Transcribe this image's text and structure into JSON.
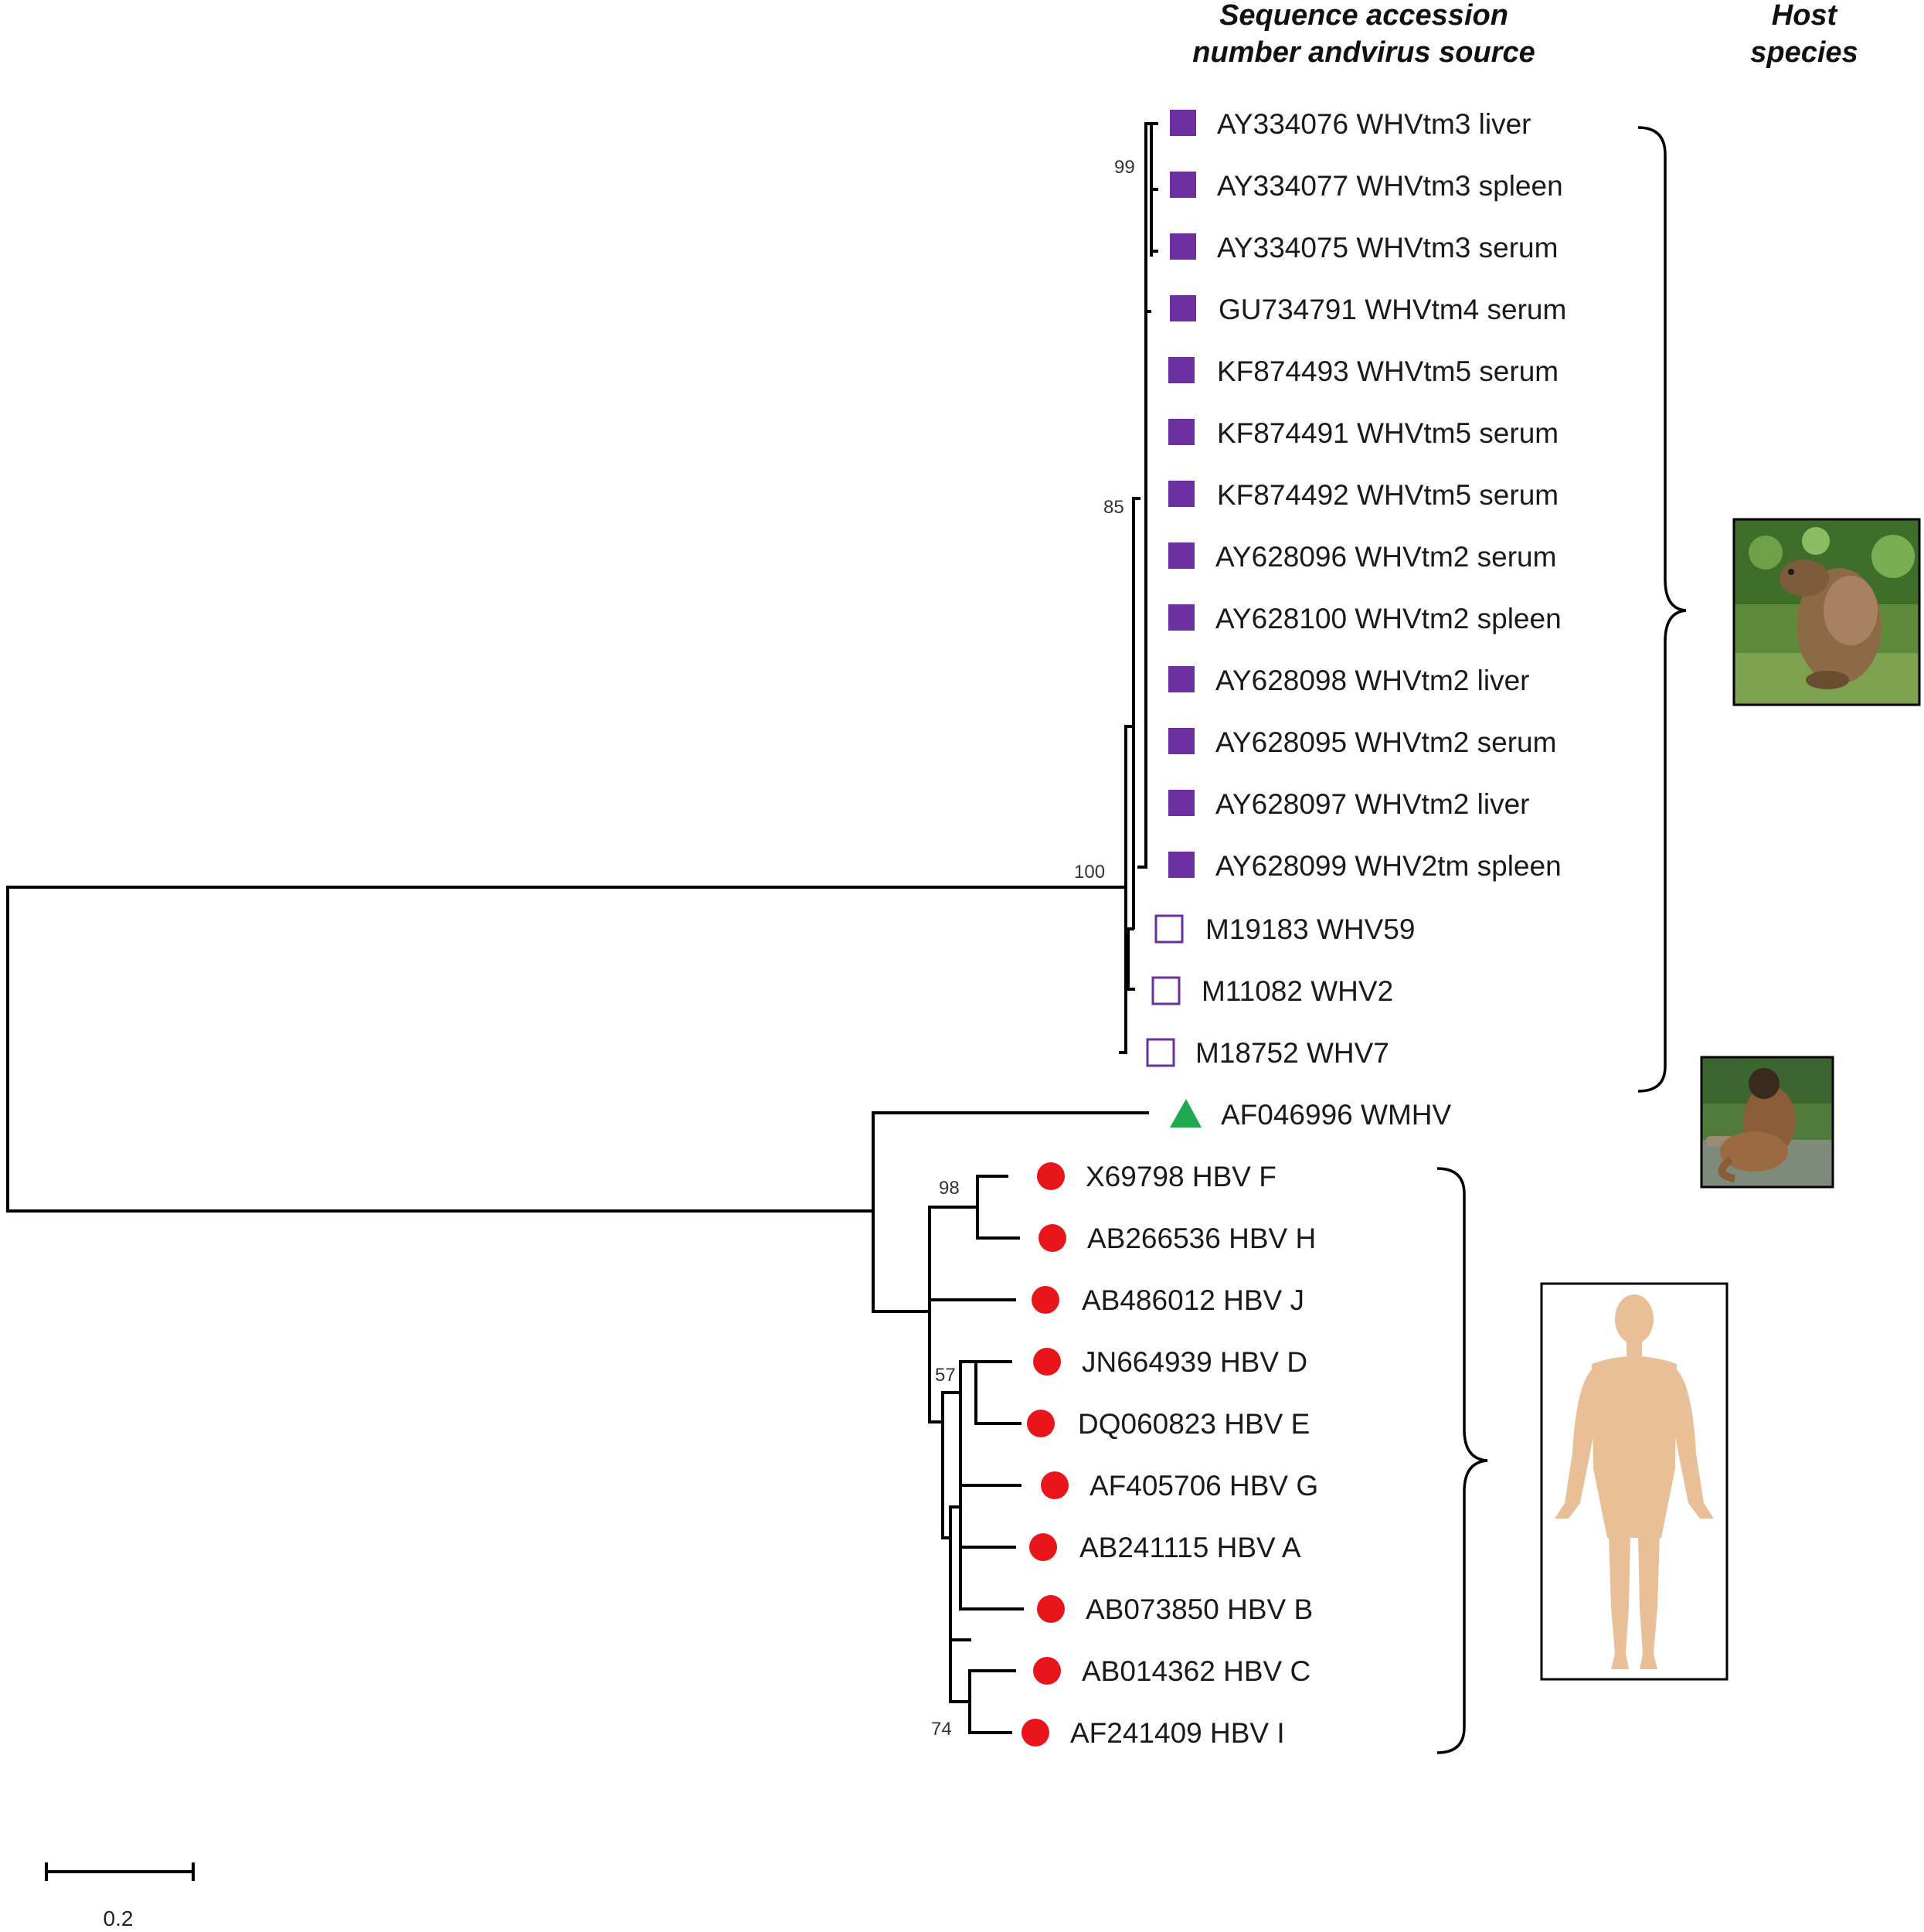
{
  "headers": {
    "sequence_line1": "Sequence accession",
    "sequence_line2": "number andvirus source",
    "host_line1": "Host",
    "host_line2": "species"
  },
  "colors": {
    "woodchuck": "#6b2fa0",
    "woolly_monkey": "#1fa84f",
    "human": "#e8161b",
    "human_figure": "#e8bf96"
  },
  "leaves": [
    {
      "label": "AY334076 WHVtm3 liver",
      "marker": "filled-square-icon",
      "group": "woodchuck"
    },
    {
      "label": "AY334077 WHVtm3 spleen",
      "marker": "filled-square-icon",
      "group": "woodchuck"
    },
    {
      "label": "AY334075 WHVtm3 serum",
      "marker": "filled-square-icon",
      "group": "woodchuck"
    },
    {
      "label": "GU734791 WHVtm4 serum",
      "marker": "filled-square-icon",
      "group": "woodchuck"
    },
    {
      "label": "KF874493 WHVtm5 serum",
      "marker": "filled-square-icon",
      "group": "woodchuck"
    },
    {
      "label": "KF874491 WHVtm5 serum",
      "marker": "filled-square-icon",
      "group": "woodchuck"
    },
    {
      "label": "KF874492 WHVtm5 serum",
      "marker": "filled-square-icon",
      "group": "woodchuck"
    },
    {
      "label": "AY628096 WHVtm2 serum",
      "marker": "filled-square-icon",
      "group": "woodchuck"
    },
    {
      "label": "AY628100 WHVtm2 spleen",
      "marker": "filled-square-icon",
      "group": "woodchuck"
    },
    {
      "label": "AY628098 WHVtm2 liver",
      "marker": "filled-square-icon",
      "group": "woodchuck"
    },
    {
      "label": "AY628095 WHVtm2 serum",
      "marker": "filled-square-icon",
      "group": "woodchuck"
    },
    {
      "label": "AY628097 WHVtm2 liver",
      "marker": "filled-square-icon",
      "group": "woodchuck"
    },
    {
      "label": "AY628099 WHV2tm spleen",
      "marker": "filled-square-icon",
      "group": "woodchuck"
    },
    {
      "label": "M19183 WHV59",
      "marker": "open-square-icon",
      "group": "woodchuck"
    },
    {
      "label": "M11082 WHV2",
      "marker": "open-square-icon",
      "group": "woodchuck"
    },
    {
      "label": "M18752 WHV7",
      "marker": "open-square-icon",
      "group": "woodchuck"
    },
    {
      "label": "AF046996 WMHV",
      "marker": "triangle-icon",
      "group": "woolly_monkey"
    },
    {
      "label": "X69798 HBV F",
      "marker": "circle-icon",
      "group": "human"
    },
    {
      "label": "AB266536 HBV H",
      "marker": "circle-icon",
      "group": "human"
    },
    {
      "label": "AB486012 HBV J",
      "marker": "circle-icon",
      "group": "human"
    },
    {
      "label": "JN664939 HBV D",
      "marker": "circle-icon",
      "group": "human"
    },
    {
      "label": "DQ060823 HBV E",
      "marker": "circle-icon",
      "group": "human"
    },
    {
      "label": "AF405706 HBV G",
      "marker": "circle-icon",
      "group": "human"
    },
    {
      "label": "AB241115 HBV A",
      "marker": "circle-icon",
      "group": "human"
    },
    {
      "label": "AB073850 HBV B",
      "marker": "circle-icon",
      "group": "human"
    },
    {
      "label": "AB014362 HBV C",
      "marker": "circle-icon",
      "group": "human"
    },
    {
      "label": "AF241409 HBV I",
      "marker": "circle-icon",
      "group": "human"
    }
  ],
  "bootstrap": {
    "v99": "99",
    "v85": "85",
    "v100": "100",
    "v98": "98",
    "v57": "57",
    "v74": "74"
  },
  "scale_bar": {
    "label": "0.2"
  },
  "host_images": [
    {
      "name": "woodchuck-photo",
      "depicts": "woodchuck"
    },
    {
      "name": "woolly-monkey-photo",
      "depicts": "woolly monkey"
    },
    {
      "name": "human-figure",
      "depicts": "human"
    }
  ]
}
